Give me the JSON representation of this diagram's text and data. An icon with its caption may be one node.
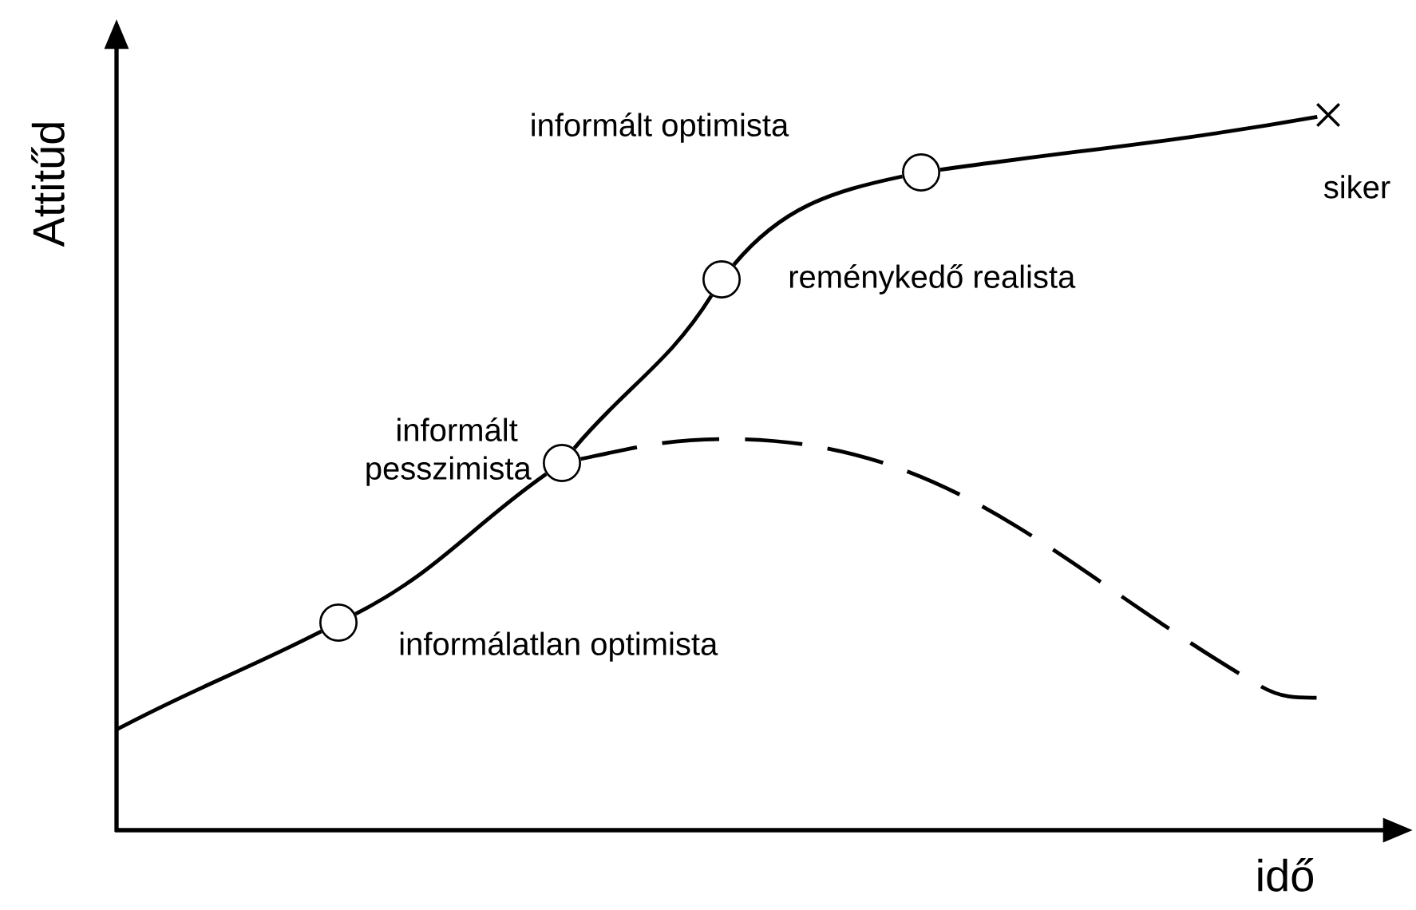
{
  "diagram": {
    "nodes": [
      {
        "text": [],
        "shape": "circle",
        "beside": [
          "informálatlan optimista"
        ]
      },
      {
        "text": [],
        "shape": "circle",
        "beside": [
          "informált pesszimista"
        ]
      },
      {
        "text": [],
        "shape": "circle",
        "beside": [
          "reménykedő realista"
        ]
      },
      {
        "text": [],
        "shape": "circle",
        "beside": [
          "informált optimista"
        ]
      },
      {
        "text": [],
        "shape": "cross",
        "beside": [
          "siker"
        ]
      }
    ],
    "edges": [
      {
        "from": null,
        "to": 0,
        "arrow": "none"
      },
      {
        "from": 0,
        "to": 1,
        "arrow": "none"
      },
      {
        "from": 1,
        "to": 2,
        "arrow": "none"
      },
      {
        "from": 2,
        "to": 3,
        "arrow": "none"
      },
      {
        "from": 3,
        "to": 4,
        "arrow": "none"
      },
      {
        "from": 1,
        "to": null,
        "arrow": "none",
        "style": "dashed"
      }
    ],
    "labels": [
      "Attitűd",
      "idő"
    ]
  }
}
